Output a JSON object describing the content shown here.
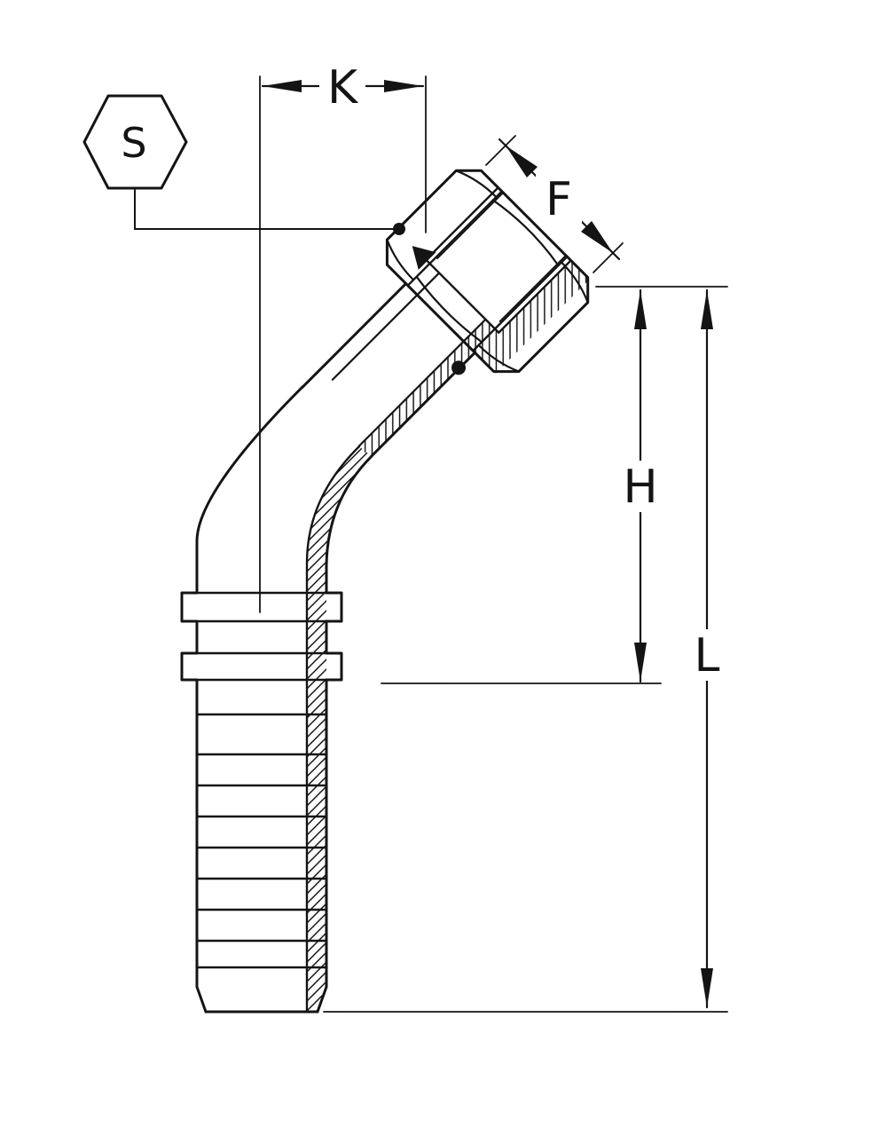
{
  "colors": {
    "background": "#ffffff",
    "line": "#141414"
  },
  "callout": {
    "label": "S"
  },
  "dimensions": {
    "k": {
      "label": "K"
    },
    "f": {
      "label": "F"
    },
    "h": {
      "label": "H"
    },
    "l": {
      "label": "L"
    }
  }
}
